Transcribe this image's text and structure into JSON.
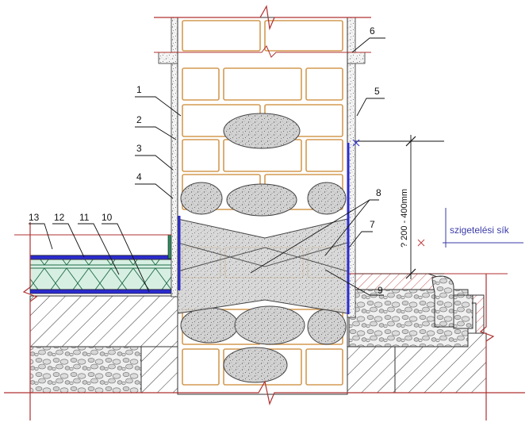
{
  "callouts": [
    {
      "id": "1",
      "text": "1"
    },
    {
      "id": "2",
      "text": "2"
    },
    {
      "id": "3",
      "text": "3"
    },
    {
      "id": "4",
      "text": "4"
    },
    {
      "id": "5",
      "text": "5"
    },
    {
      "id": "6",
      "text": "6"
    },
    {
      "id": "7",
      "text": "7"
    },
    {
      "id": "8",
      "text": "8"
    },
    {
      "id": "9",
      "text": "9"
    },
    {
      "id": "10",
      "text": "10"
    },
    {
      "id": "11",
      "text": "11"
    },
    {
      "id": "12",
      "text": "12"
    },
    {
      "id": "13",
      "text": "13"
    }
  ],
  "dimension": {
    "text": "? 200 - 400mm"
  },
  "insulation_plane": {
    "text": "szigetelési sík"
  },
  "colors": {
    "brick": "#d49a52",
    "membrane": "#2b2bd0",
    "hatch": "#c04040",
    "line": "#222222",
    "plane": "#3a3aa8"
  }
}
